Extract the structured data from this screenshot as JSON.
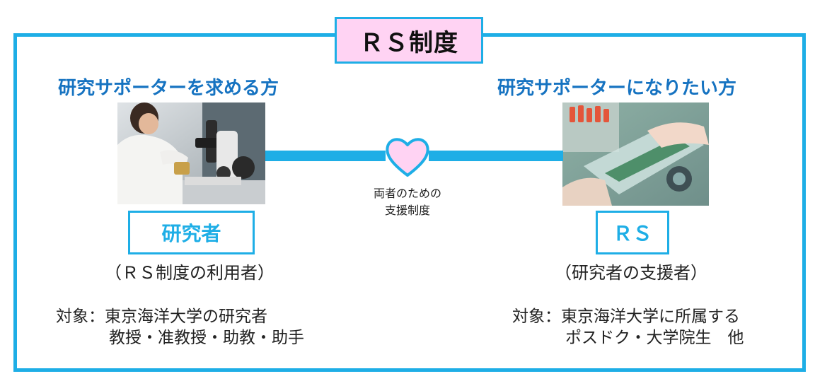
{
  "title": "ＲＳ制度",
  "left": {
    "heading": "研究サポーターを求める方",
    "photo_icon": "researcher-microscope-photo",
    "role": "研究者",
    "role_sub": "（ＲＳ制度の利用者）",
    "target_label": "対象：",
    "target_lines": [
      "東京海洋大学の研究者",
      "教授・准教授・助教・助手"
    ]
  },
  "right": {
    "heading": "研究サポーターになりたい方",
    "photo_icon": "lab-samples-photo",
    "role": "ＲＳ",
    "role_sub": "（研究者の支援者）",
    "target_label": "対象：",
    "target_lines": [
      "東京海洋大学に所属する",
      "ポスドク・大学院生　他"
    ]
  },
  "center": {
    "heart_icon": "heart-icon",
    "label_lines": [
      "両者のための",
      "支援制度"
    ]
  },
  "colors": {
    "frame": "#1eaee6",
    "title_bg": "#ffd3f3",
    "heading": "#1673c1",
    "role_text": "#1eaee6",
    "heart_fill": "#ffd3f3"
  }
}
